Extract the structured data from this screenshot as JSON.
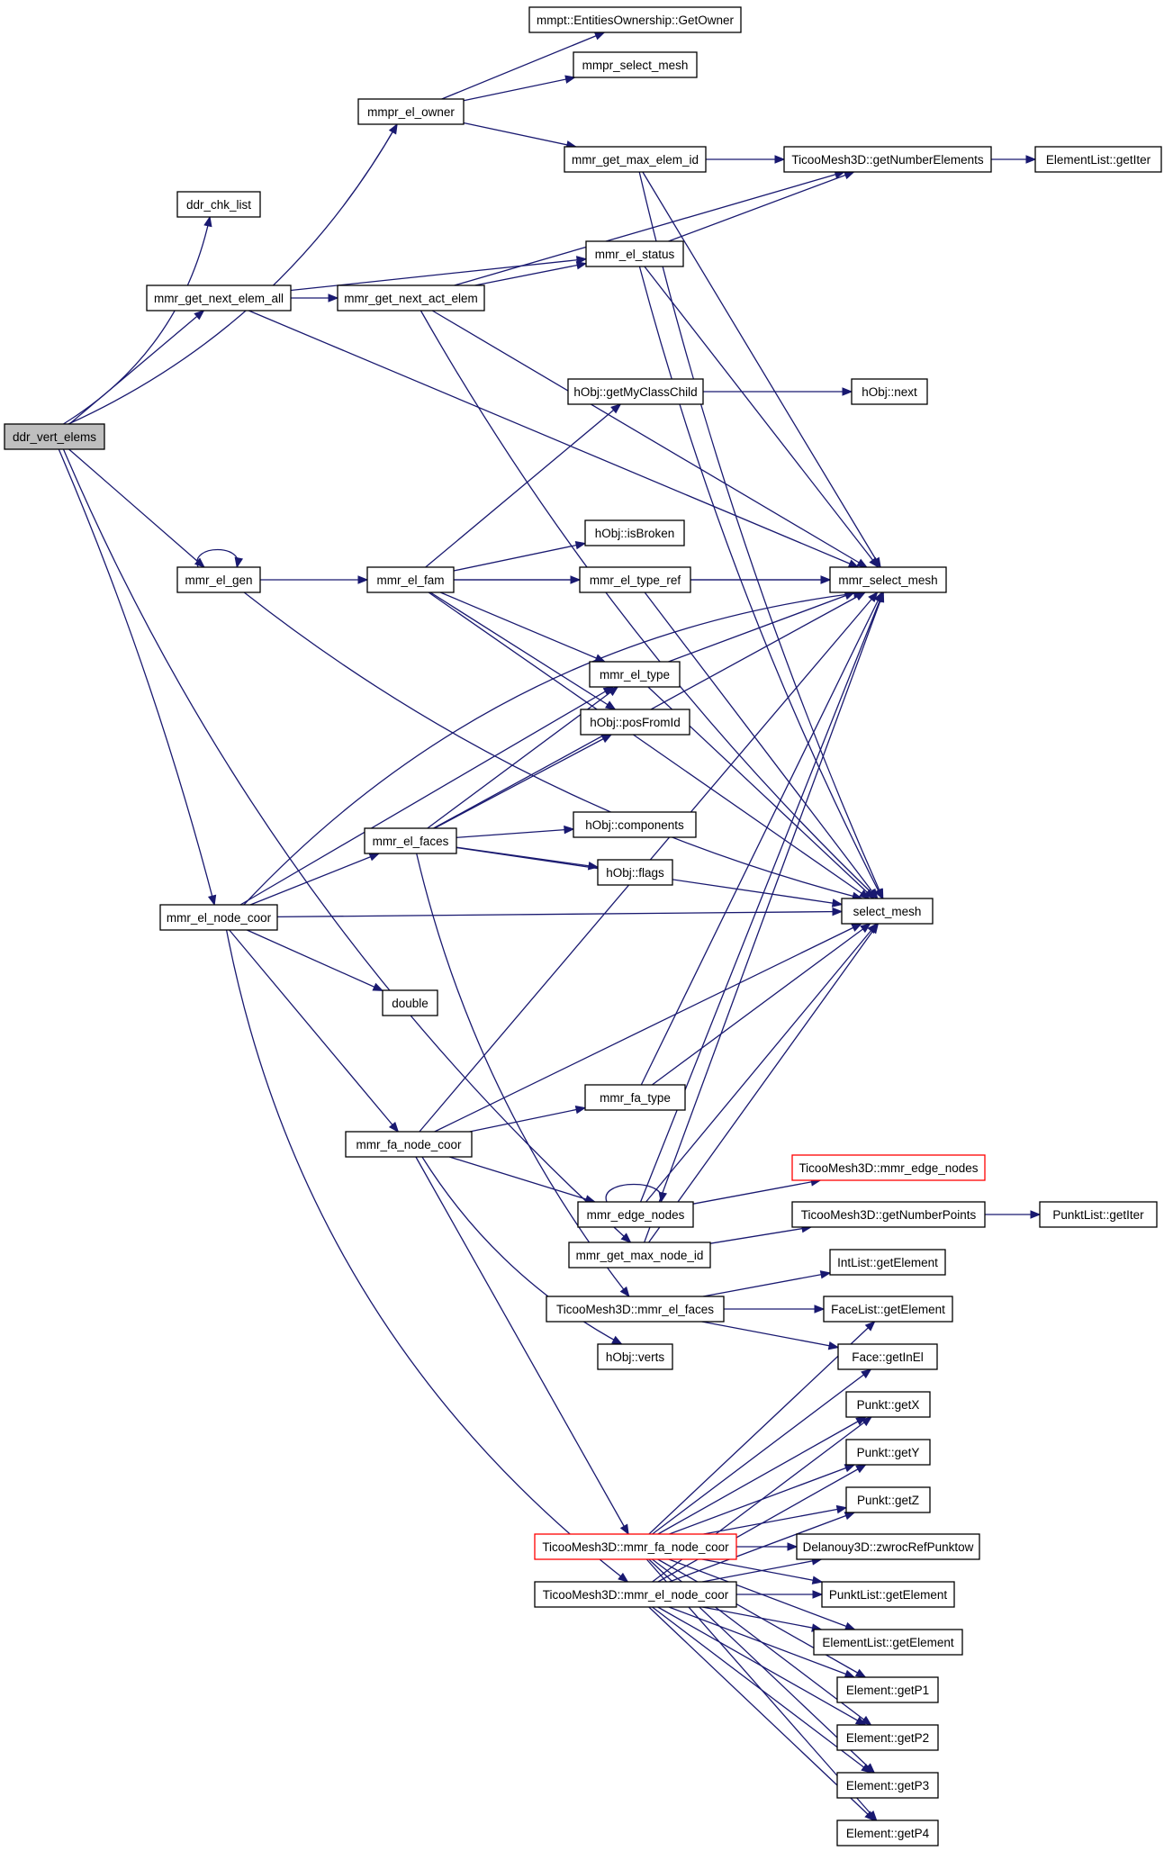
{
  "graph": {
    "edge_color": "#191970",
    "root_fill": "#bfbfbf",
    "truncated_border": "#ff0000",
    "nodes": [
      {
        "id": "ddr_vert_elems",
        "label": "ddr_vert_elems",
        "root": true
      },
      {
        "id": "ddr_chk_list",
        "label": "ddr_chk_list"
      },
      {
        "id": "mmpr_el_owner",
        "label": "mmpr_el_owner"
      },
      {
        "id": "mmr_get_next_elem_all",
        "label": "mmr_get_next_elem_all"
      },
      {
        "id": "mmr_el_gen",
        "label": "mmr_el_gen"
      },
      {
        "id": "mmr_el_node_coor",
        "label": "mmr_el_node_coor"
      },
      {
        "id": "mmr_get_max_node_id",
        "label": "mmr_get_max_node_id"
      },
      {
        "id": "GetOwner",
        "label": "mmpt::EntitiesOwnership::GetOwner"
      },
      {
        "id": "mmpr_select_mesh",
        "label": "mmpr_select_mesh"
      },
      {
        "id": "mmr_get_max_elem_id",
        "label": "mmr_get_max_elem_id"
      },
      {
        "id": "tm_getNumberElements",
        "label": "TicooMesh3D::getNumberElements"
      },
      {
        "id": "ElementList_getIter",
        "label": "ElementList::getIter"
      },
      {
        "id": "mmr_select_mesh",
        "label": "mmr_select_mesh"
      },
      {
        "id": "select_mesh",
        "label": "select_mesh"
      },
      {
        "id": "mmr_el_status",
        "label": "mmr_el_status"
      },
      {
        "id": "mmr_get_next_act_elem",
        "label": "mmr_get_next_act_elem"
      },
      {
        "id": "hObj_getMyClassChild",
        "label": "hObj::getMyClassChild"
      },
      {
        "id": "hObj_next",
        "label": "hObj::next"
      },
      {
        "id": "hObj_isBroken",
        "label": "hObj::isBroken"
      },
      {
        "id": "mmr_el_fam",
        "label": "mmr_el_fam"
      },
      {
        "id": "mmr_el_type_ref",
        "label": "mmr_el_type_ref"
      },
      {
        "id": "mmr_el_type",
        "label": "mmr_el_type"
      },
      {
        "id": "hObj_posFromId",
        "label": "hObj::posFromId"
      },
      {
        "id": "mmr_el_faces",
        "label": "mmr_el_faces"
      },
      {
        "id": "hObj_components",
        "label": "hObj::components"
      },
      {
        "id": "hObj_flags",
        "label": "hObj::flags"
      },
      {
        "id": "double",
        "label": "double"
      },
      {
        "id": "mmr_fa_node_coor",
        "label": "mmr_fa_node_coor"
      },
      {
        "id": "mmr_fa_type",
        "label": "mmr_fa_type"
      },
      {
        "id": "tm_mmr_edge_nodes",
        "label": "TicooMesh3D::mmr_edge_nodes",
        "truncated": true
      },
      {
        "id": "mmr_edge_nodes",
        "label": "mmr_edge_nodes"
      },
      {
        "id": "tm_getNumberPoints",
        "label": "TicooMesh3D::getNumberPoints"
      },
      {
        "id": "PunktList_getIter",
        "label": "PunktList::getIter"
      },
      {
        "id": "IntList_getElement",
        "label": "IntList::getElement"
      },
      {
        "id": "tm_mmr_el_faces",
        "label": "TicooMesh3D::mmr_el_faces"
      },
      {
        "id": "FaceList_getElement",
        "label": "FaceList::getElement"
      },
      {
        "id": "Face_getInEl",
        "label": "Face::getInEl"
      },
      {
        "id": "hObj_verts",
        "label": "hObj::verts"
      },
      {
        "id": "Punkt_getX",
        "label": "Punkt::getX"
      },
      {
        "id": "Punkt_getY",
        "label": "Punkt::getY"
      },
      {
        "id": "Punkt_getZ",
        "label": "Punkt::getZ"
      },
      {
        "id": "tm_mmr_fa_node_coor",
        "label": "TicooMesh3D::mmr_fa_node_coor",
        "truncated": true
      },
      {
        "id": "Delanouy3D_zwrocRefPunktow",
        "label": "Delanouy3D::zwrocRefPunktow"
      },
      {
        "id": "tm_mmr_el_node_coor",
        "label": "TicooMesh3D::mmr_el_node_coor"
      },
      {
        "id": "PunktList_getElement",
        "label": "PunktList::getElement"
      },
      {
        "id": "ElementList_getElement",
        "label": "ElementList::getElement"
      },
      {
        "id": "Element_getP1",
        "label": "Element::getP1"
      },
      {
        "id": "Element_getP2",
        "label": "Element::getP2"
      },
      {
        "id": "Element_getP3",
        "label": "Element::getP3"
      },
      {
        "id": "Element_getP4",
        "label": "Element::getP4"
      }
    ],
    "edges": [
      [
        "ddr_vert_elems",
        "ddr_chk_list"
      ],
      [
        "ddr_vert_elems",
        "mmpr_el_owner"
      ],
      [
        "ddr_vert_elems",
        "mmr_get_next_elem_all"
      ],
      [
        "ddr_vert_elems",
        "mmr_el_gen"
      ],
      [
        "ddr_vert_elems",
        "mmr_el_node_coor"
      ],
      [
        "ddr_vert_elems",
        "mmr_get_max_node_id"
      ],
      [
        "mmpr_el_owner",
        "GetOwner"
      ],
      [
        "mmpr_el_owner",
        "mmpr_select_mesh"
      ],
      [
        "mmpr_el_owner",
        "mmr_get_max_elem_id"
      ],
      [
        "mmr_get_max_elem_id",
        "tm_getNumberElements"
      ],
      [
        "mmr_get_max_elem_id",
        "mmr_select_mesh"
      ],
      [
        "mmr_get_max_elem_id",
        "select_mesh"
      ],
      [
        "tm_getNumberElements",
        "ElementList_getIter"
      ],
      [
        "mmr_get_next_elem_all",
        "mmr_get_next_act_elem"
      ],
      [
        "mmr_get_next_elem_all",
        "mmr_el_status"
      ],
      [
        "mmr_get_next_elem_all",
        "mmr_select_mesh"
      ],
      [
        "mmr_get_next_act_elem",
        "tm_getNumberElements"
      ],
      [
        "mmr_get_next_act_elem",
        "mmr_el_status"
      ],
      [
        "mmr_get_next_act_elem",
        "mmr_select_mesh"
      ],
      [
        "mmr_get_next_act_elem",
        "select_mesh"
      ],
      [
        "mmr_el_status",
        "tm_getNumberElements"
      ],
      [
        "mmr_el_status",
        "mmr_select_mesh"
      ],
      [
        "mmr_el_status",
        "select_mesh"
      ],
      [
        "mmr_el_gen",
        "mmr_el_gen"
      ],
      [
        "mmr_el_gen",
        "mmr_el_fam"
      ],
      [
        "mmr_el_gen",
        "select_mesh"
      ],
      [
        "mmr_el_fam",
        "hObj_getMyClassChild"
      ],
      [
        "mmr_el_fam",
        "hObj_isBroken"
      ],
      [
        "mmr_el_fam",
        "mmr_select_mesh"
      ],
      [
        "mmr_el_fam",
        "mmr_el_type_ref"
      ],
      [
        "mmr_el_fam",
        "mmr_el_type"
      ],
      [
        "mmr_el_fam",
        "hObj_posFromId"
      ],
      [
        "mmr_el_fam",
        "select_mesh"
      ],
      [
        "hObj_getMyClassChild",
        "hObj_next"
      ],
      [
        "mmr_el_type_ref",
        "mmr_select_mesh"
      ],
      [
        "mmr_el_type_ref",
        "select_mesh"
      ],
      [
        "mmr_el_type",
        "mmr_select_mesh"
      ],
      [
        "mmr_el_type",
        "select_mesh"
      ],
      [
        "mmr_el_node_coor",
        "mmr_select_mesh"
      ],
      [
        "mmr_el_node_coor",
        "mmr_el_type"
      ],
      [
        "mmr_el_node_coor",
        "mmr_el_faces"
      ],
      [
        "mmr_el_node_coor",
        "double"
      ],
      [
        "mmr_el_node_coor",
        "select_mesh"
      ],
      [
        "mmr_el_node_coor",
        "mmr_fa_node_coor"
      ],
      [
        "mmr_el_node_coor",
        "tm_mmr_el_node_coor"
      ],
      [
        "mmr_el_faces",
        "mmr_el_type"
      ],
      [
        "mmr_el_faces",
        "hObj_posFromId"
      ],
      [
        "mmr_el_faces",
        "mmr_select_mesh"
      ],
      [
        "mmr_el_faces",
        "hObj_components"
      ],
      [
        "mmr_el_faces",
        "hObj_flags"
      ],
      [
        "mmr_el_faces",
        "select_mesh"
      ],
      [
        "mmr_el_faces",
        "tm_mmr_el_faces"
      ],
      [
        "mmr_fa_node_coor",
        "mmr_select_mesh"
      ],
      [
        "mmr_fa_node_coor",
        "mmr_fa_type"
      ],
      [
        "mmr_fa_node_coor",
        "select_mesh"
      ],
      [
        "mmr_fa_node_coor",
        "mmr_edge_nodes"
      ],
      [
        "mmr_fa_node_coor",
        "hObj_verts"
      ],
      [
        "mmr_fa_node_coor",
        "tm_mmr_fa_node_coor"
      ],
      [
        "mmr_fa_type",
        "mmr_select_mesh"
      ],
      [
        "mmr_fa_type",
        "select_mesh"
      ],
      [
        "mmr_edge_nodes",
        "mmr_edge_nodes"
      ],
      [
        "mmr_edge_nodes",
        "mmr_select_mesh"
      ],
      [
        "mmr_edge_nodes",
        "select_mesh"
      ],
      [
        "mmr_edge_nodes",
        "tm_mmr_edge_nodes"
      ],
      [
        "mmr_get_max_node_id",
        "tm_getNumberPoints"
      ],
      [
        "mmr_get_max_node_id",
        "mmr_select_mesh"
      ],
      [
        "mmr_get_max_node_id",
        "select_mesh"
      ],
      [
        "tm_getNumberPoints",
        "PunktList_getIter"
      ],
      [
        "tm_mmr_el_faces",
        "IntList_getElement"
      ],
      [
        "tm_mmr_el_faces",
        "FaceList_getElement"
      ],
      [
        "tm_mmr_el_faces",
        "Face_getInEl"
      ],
      [
        "tm_mmr_fa_node_coor",
        "FaceList_getElement"
      ],
      [
        "tm_mmr_fa_node_coor",
        "Face_getInEl"
      ],
      [
        "tm_mmr_fa_node_coor",
        "Punkt_getX"
      ],
      [
        "tm_mmr_fa_node_coor",
        "Punkt_getY"
      ],
      [
        "tm_mmr_fa_node_coor",
        "Punkt_getZ"
      ],
      [
        "tm_mmr_fa_node_coor",
        "Delanouy3D_zwrocRefPunktow"
      ],
      [
        "tm_mmr_fa_node_coor",
        "PunktList_getElement"
      ],
      [
        "tm_mmr_fa_node_coor",
        "ElementList_getElement"
      ],
      [
        "tm_mmr_fa_node_coor",
        "Element_getP1"
      ],
      [
        "tm_mmr_fa_node_coor",
        "Element_getP2"
      ],
      [
        "tm_mmr_fa_node_coor",
        "Element_getP3"
      ],
      [
        "tm_mmr_fa_node_coor",
        "Element_getP4"
      ],
      [
        "tm_mmr_el_node_coor",
        "Punkt_getX"
      ],
      [
        "tm_mmr_el_node_coor",
        "Punkt_getY"
      ],
      [
        "tm_mmr_el_node_coor",
        "Punkt_getZ"
      ],
      [
        "tm_mmr_el_node_coor",
        "Delanouy3D_zwrocRefPunktow"
      ],
      [
        "tm_mmr_el_node_coor",
        "PunktList_getElement"
      ],
      [
        "tm_mmr_el_node_coor",
        "ElementList_getElement"
      ],
      [
        "tm_mmr_el_node_coor",
        "Element_getP1"
      ],
      [
        "tm_mmr_el_node_coor",
        "Element_getP2"
      ],
      [
        "tm_mmr_el_node_coor",
        "Element_getP3"
      ],
      [
        "tm_mmr_el_node_coor",
        "Element_getP4"
      ]
    ]
  }
}
